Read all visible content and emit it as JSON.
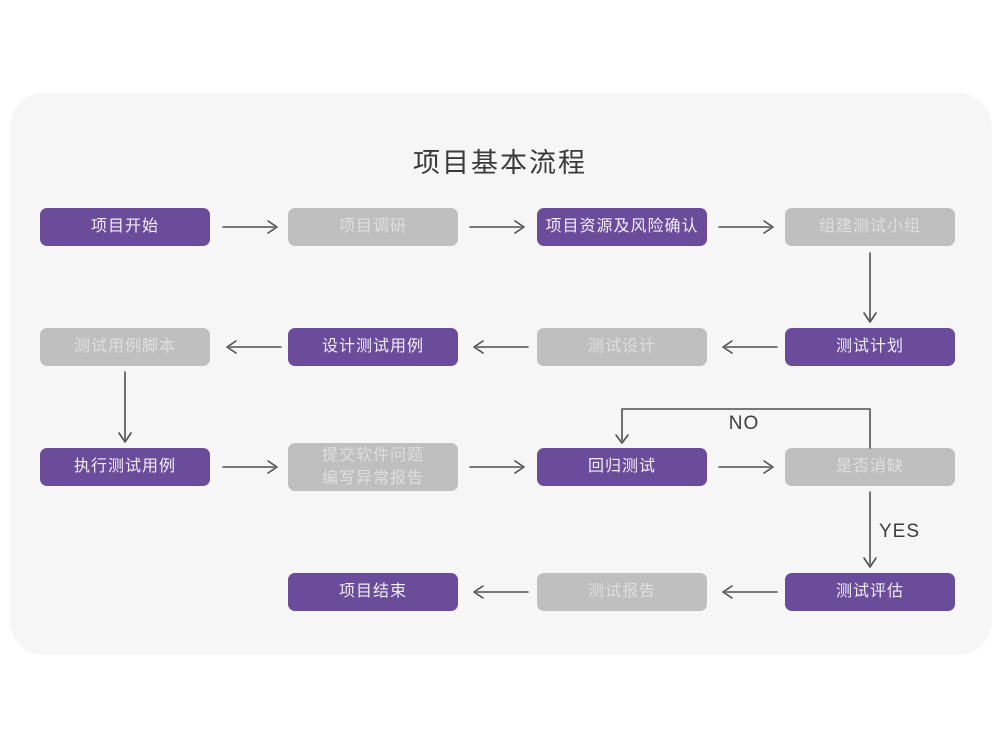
{
  "title": "项目基本流程",
  "colors": {
    "active": "#6b4c9a",
    "inactive": "#bfbfbf",
    "active_text": "#f2eef7",
    "inactive_text": "#dedede",
    "arrow": "#4f4f4f",
    "canvas": "#f6f6f7",
    "title_text": "#3a3a3a"
  },
  "nodes": {
    "project_start": {
      "label": "项目开始",
      "state": "active"
    },
    "project_research": {
      "label": "项目调研",
      "state": "inactive"
    },
    "resource_risk_confirm": {
      "label": "项目资源及风险确认",
      "state": "active"
    },
    "build_test_team": {
      "label": "组建测试小组",
      "state": "inactive"
    },
    "test_case_script": {
      "label": "测试用例脚本",
      "state": "inactive"
    },
    "design_test_case": {
      "label": "设计测试用例",
      "state": "active"
    },
    "test_design": {
      "label": "测试设计",
      "state": "inactive"
    },
    "test_plan": {
      "label": "测试计划",
      "state": "active"
    },
    "execute_test_case": {
      "label": "执行测试用例",
      "state": "active"
    },
    "submit_issue_report": {
      "lines": [
        "提交软件问题",
        "编写异常报告"
      ],
      "state": "inactive"
    },
    "regression_test": {
      "label": "回归测试",
      "state": "active"
    },
    "defect_cleared": {
      "label": "是否消缺",
      "state": "inactive"
    },
    "project_end": {
      "label": "项目结束",
      "state": "active"
    },
    "test_report": {
      "label": "测试报告",
      "state": "inactive"
    },
    "test_evaluation": {
      "label": "测试评估",
      "state": "active"
    }
  },
  "edges": [
    {
      "from": "project_start",
      "to": "project_research",
      "label": ""
    },
    {
      "from": "project_research",
      "to": "resource_risk_confirm",
      "label": ""
    },
    {
      "from": "resource_risk_confirm",
      "to": "build_test_team",
      "label": ""
    },
    {
      "from": "build_test_team",
      "to": "test_plan",
      "label": ""
    },
    {
      "from": "test_plan",
      "to": "test_design",
      "label": ""
    },
    {
      "from": "test_design",
      "to": "design_test_case",
      "label": ""
    },
    {
      "from": "design_test_case",
      "to": "test_case_script",
      "label": ""
    },
    {
      "from": "test_case_script",
      "to": "execute_test_case",
      "label": ""
    },
    {
      "from": "execute_test_case",
      "to": "submit_issue_report",
      "label": ""
    },
    {
      "from": "submit_issue_report",
      "to": "regression_test",
      "label": ""
    },
    {
      "from": "regression_test",
      "to": "defect_cleared",
      "label": ""
    },
    {
      "from": "defect_cleared",
      "to": "regression_test",
      "label": "NO"
    },
    {
      "from": "defect_cleared",
      "to": "test_evaluation",
      "label": "YES"
    },
    {
      "from": "test_evaluation",
      "to": "test_report",
      "label": ""
    },
    {
      "from": "test_report",
      "to": "project_end",
      "label": ""
    }
  ]
}
